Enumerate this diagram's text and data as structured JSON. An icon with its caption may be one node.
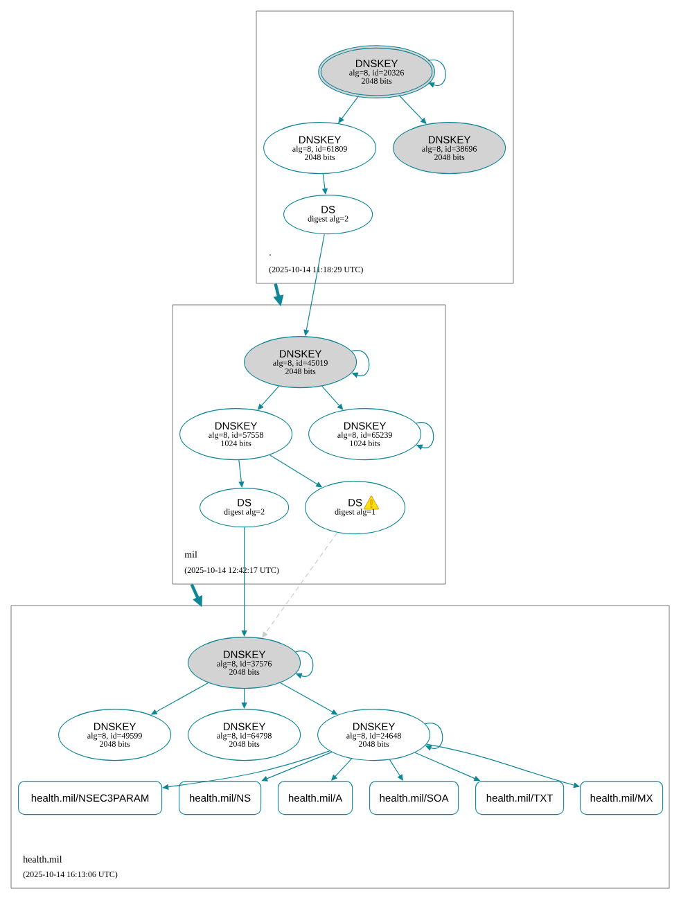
{
  "diagram": {
    "nodes": [
      {
        "text": [
          ".",
          "(2025-10-14 11:18:29 UTC)"
        ]
      },
      {
        "text": [
          "DNSKEY",
          "alg=8, id=20326",
          "2048 bits"
        ],
        "in": 0
      },
      {
        "text": [
          "DNSKEY",
          "alg=8, id=61809",
          "2048 bits"
        ],
        "in": 0
      },
      {
        "text": [
          "DNSKEY",
          "alg=8, id=38696",
          "2048 bits"
        ],
        "in": 0
      },
      {
        "text": [
          "DS",
          "digest alg=2"
        ],
        "in": 0
      },
      {
        "text": [
          "mil",
          "(2025-10-14 12:42:17 UTC)"
        ]
      },
      {
        "text": [
          "DNSKEY",
          "alg=8, id=45019",
          "2048 bits"
        ],
        "in": 5
      },
      {
        "text": [
          "DNSKEY",
          "alg=8, id=57558",
          "1024 bits"
        ],
        "in": 5
      },
      {
        "text": [
          "DNSKEY",
          "alg=8, id=65239",
          "1024 bits"
        ],
        "in": 5
      },
      {
        "text": [
          "DS",
          "digest alg=2"
        ],
        "in": 5
      },
      {
        "text": [
          "DS",
          "digest alg=1"
        ],
        "in": 5
      },
      {
        "text": [
          "health.mil",
          "(2025-10-14 16:13:06 UTC)"
        ]
      },
      {
        "text": [
          "DNSKEY",
          "alg=8, id=37576",
          "2048 bits"
        ],
        "in": 11
      },
      {
        "text": [
          "DNSKEY",
          "alg=8, id=49599",
          "2048 bits"
        ],
        "in": 11
      },
      {
        "text": [
          "DNSKEY",
          "alg=8, id=64798",
          "2048 bits"
        ],
        "in": 11
      },
      {
        "text": [
          "DNSKEY",
          "alg=8, id=24648",
          "2048 bits"
        ],
        "in": 11
      },
      {
        "text": [
          "health.mil/NSEC3PARAM"
        ],
        "in": 11
      },
      {
        "text": [
          "health.mil/NS"
        ],
        "in": 11
      },
      {
        "text": [
          "health.mil/A"
        ],
        "in": 11
      },
      {
        "text": [
          "health.mil/SOA"
        ],
        "in": 11
      },
      {
        "text": [
          "health.mil/TXT"
        ],
        "in": 11
      },
      {
        "text": [
          "health.mil/MX"
        ],
        "in": 11
      }
    ],
    "edges": [
      {
        "from": 1,
        "to": 1,
        "arrow": "to"
      },
      {
        "from": 1,
        "to": 2,
        "arrow": "to"
      },
      {
        "from": 1,
        "to": 3,
        "arrow": "to"
      },
      {
        "from": 2,
        "to": 4,
        "arrow": "to"
      },
      {
        "from": 0,
        "to": 5,
        "arrow": "to",
        "style": "thick"
      },
      {
        "from": 4,
        "to": 6,
        "arrow": "to"
      },
      {
        "from": 6,
        "to": 6,
        "arrow": "to"
      },
      {
        "from": 6,
        "to": 7,
        "arrow": "to"
      },
      {
        "from": 6,
        "to": 8,
        "arrow": "to"
      },
      {
        "from": 8,
        "to": 8,
        "arrow": "to"
      },
      {
        "from": 7,
        "to": 9,
        "arrow": "to"
      },
      {
        "from": 7,
        "to": 10,
        "arrow": "to"
      },
      {
        "from": 5,
        "to": 11,
        "arrow": "to",
        "style": "thick"
      },
      {
        "from": 9,
        "to": 12,
        "arrow": "to"
      },
      {
        "from": 10,
        "to": 12,
        "arrow": "to",
        "style": "dashed",
        "color": "#cccccc"
      },
      {
        "from": 12,
        "to": 12,
        "arrow": "to"
      },
      {
        "from": 12,
        "to": 13,
        "arrow": "to"
      },
      {
        "from": 12,
        "to": 14,
        "arrow": "to"
      },
      {
        "from": 12,
        "to": 15,
        "arrow": "to"
      },
      {
        "from": 15,
        "to": 15,
        "arrow": "to"
      },
      {
        "from": 15,
        "to": 16,
        "arrow": "to"
      },
      {
        "from": 15,
        "to": 17,
        "arrow": "to"
      },
      {
        "from": 15,
        "to": 18,
        "arrow": "to"
      },
      {
        "from": 15,
        "to": 19,
        "arrow": "to"
      },
      {
        "from": 15,
        "to": 20,
        "arrow": "to"
      },
      {
        "from": 15,
        "to": 21,
        "arrow": "to"
      }
    ]
  }
}
